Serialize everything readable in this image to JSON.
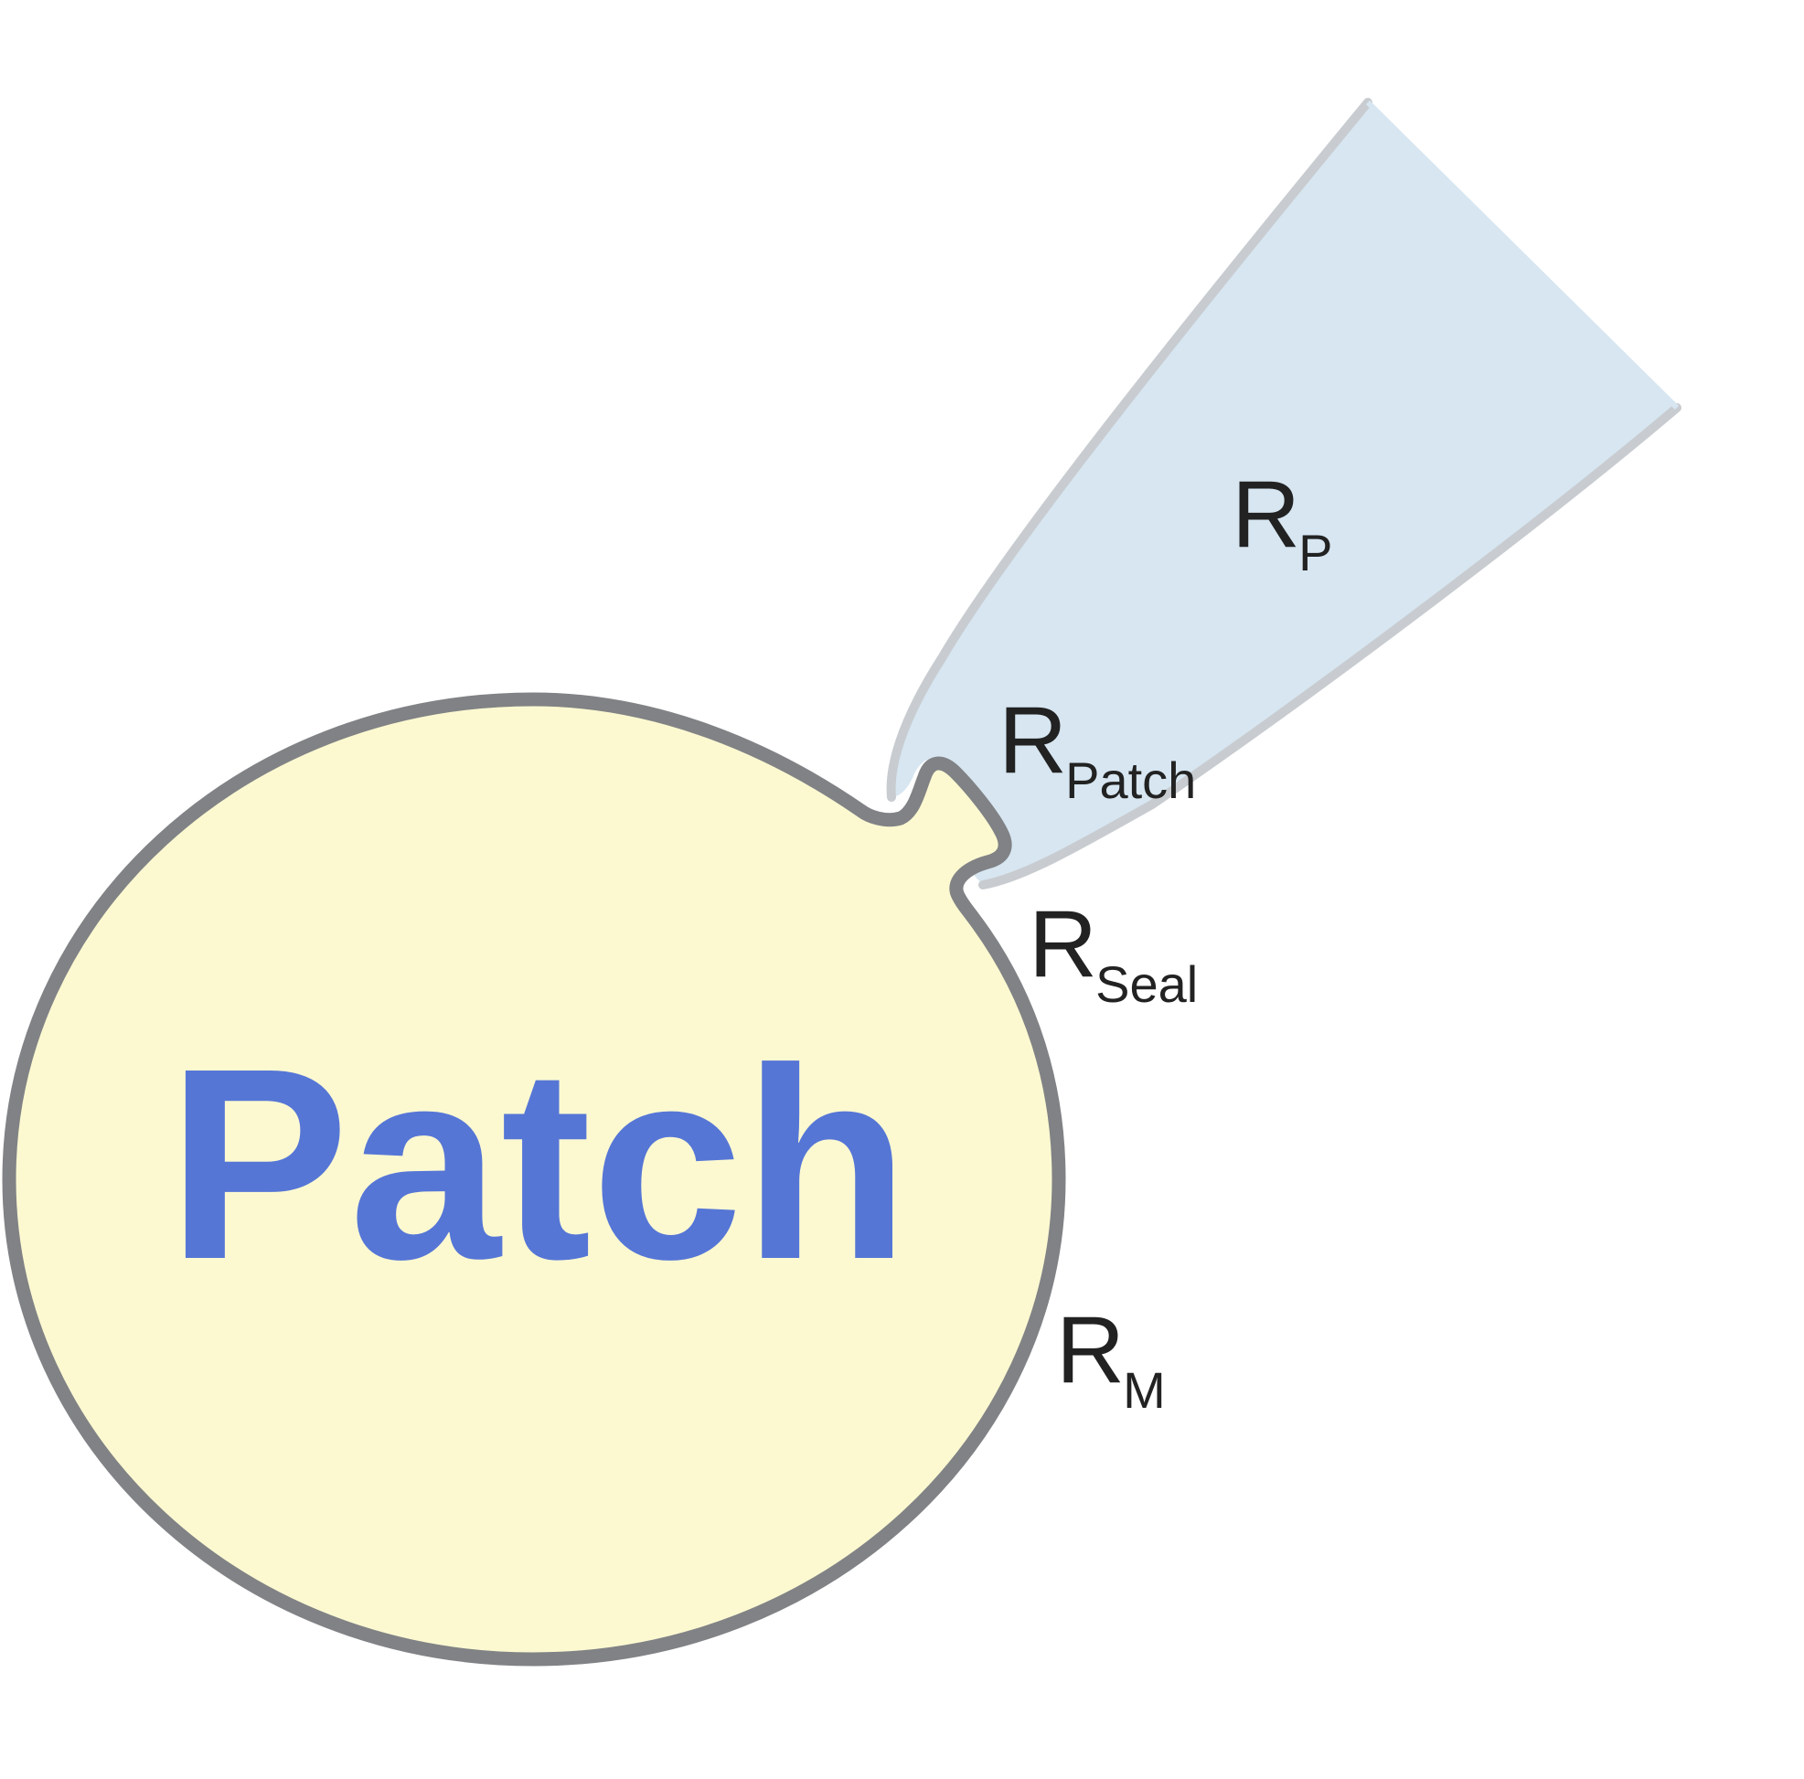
{
  "diagram": {
    "cell_label": "Patch",
    "labels": {
      "rp": {
        "main": "R",
        "sub": "P"
      },
      "rpatch": {
        "main": "R",
        "sub": "Patch"
      },
      "rseal": {
        "main": "R",
        "sub": "Seal"
      },
      "rm": {
        "main": "R",
        "sub": "M"
      }
    },
    "colors": {
      "cell_fill": "#FCF9D1",
      "cell_outline": "#808285",
      "pipette_fill": "#D7E6F1",
      "pipette_outline": "#C8CCD0",
      "patch_text": "#5676D6",
      "label_text": "#222222"
    }
  }
}
